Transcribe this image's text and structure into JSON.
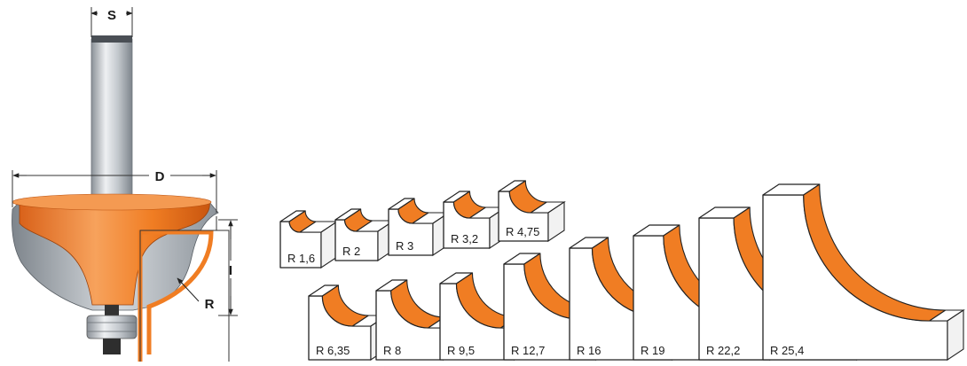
{
  "diagram": {
    "dimension_labels": {
      "shank_diameter": "S",
      "cutting_diameter": "D",
      "cutting_height": "I",
      "radius": "R"
    },
    "profiles": [
      {
        "label": "R 1,6",
        "radius": 1.6
      },
      {
        "label": "R 2",
        "radius": 2
      },
      {
        "label": "R 3",
        "radius": 3
      },
      {
        "label": "R 3,2",
        "radius": 3.2
      },
      {
        "label": "R 4,75",
        "radius": 4.75
      },
      {
        "label": "R 6,35",
        "radius": 6.35
      },
      {
        "label": "R 8",
        "radius": 8
      },
      {
        "label": "R 9,5",
        "radius": 9.5
      },
      {
        "label": "R 12,7",
        "radius": 12.7
      },
      {
        "label": "R 16",
        "radius": 16
      },
      {
        "label": "R 19",
        "radius": 19
      },
      {
        "label": "R 22,2",
        "radius": 22.2
      },
      {
        "label": "R 25,4",
        "radius": 25.4
      }
    ],
    "colors": {
      "profile_orange": "#f07d23",
      "cutter_orange": "#f07d23",
      "shank_grey": "#b8bec4",
      "outline": "#222222"
    }
  }
}
